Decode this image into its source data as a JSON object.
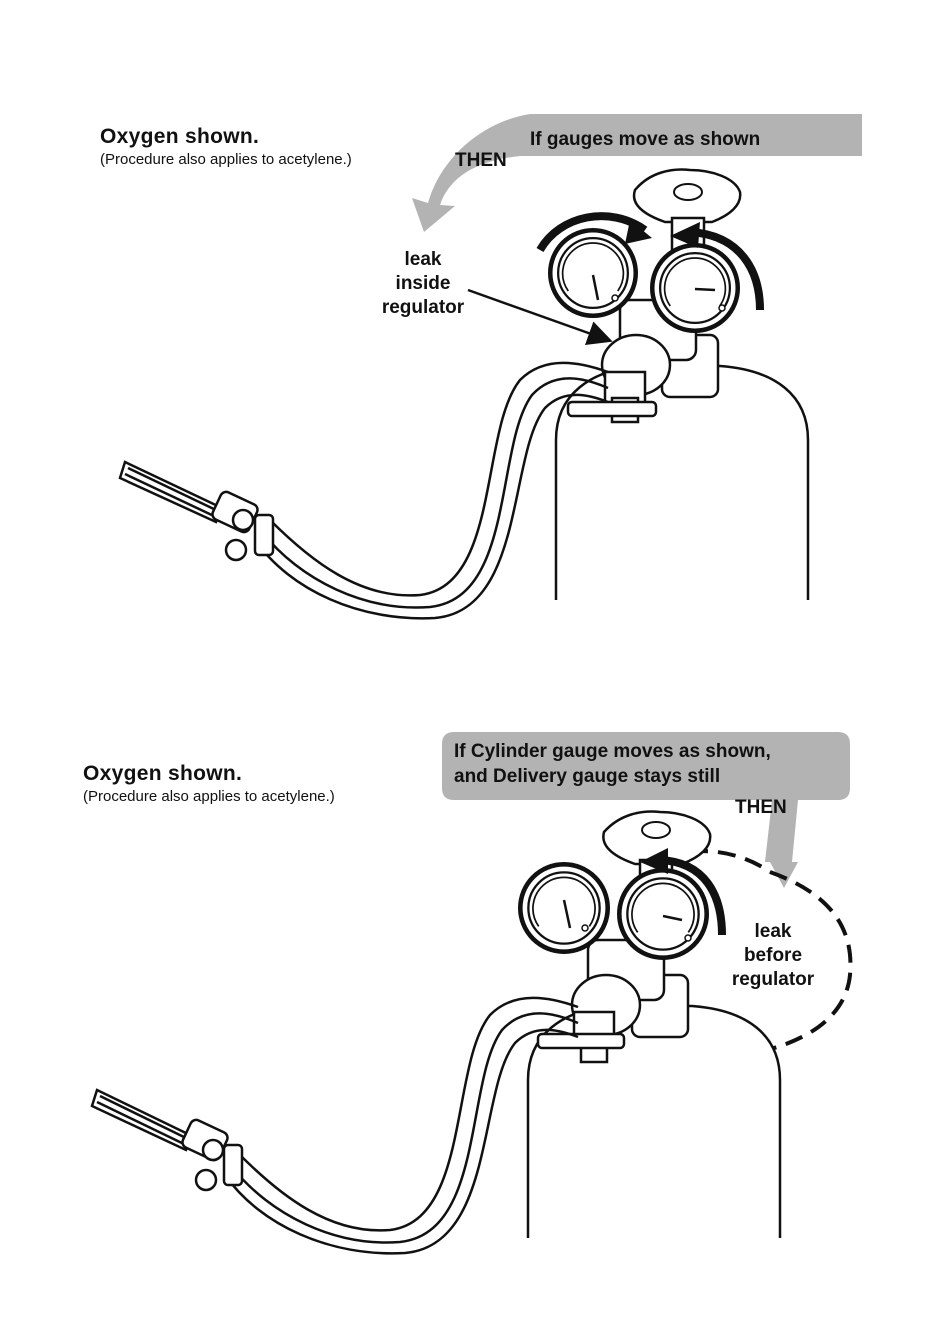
{
  "top_panel": {
    "title": "Oxygen shown.",
    "subtitle": "(Procedure also applies to acetylene.)",
    "banner": "If gauges move as shown",
    "then": "THEN",
    "callout_lines": [
      "leak",
      "inside",
      "regulator"
    ]
  },
  "bottom_panel": {
    "title": "Oxygen shown.",
    "subtitle": "(Procedure also applies to acetylene.)",
    "banner_lines": [
      "If Cylinder gauge moves as shown,",
      "and Delivery gauge stays still"
    ],
    "then": "THEN",
    "callout_lines": [
      "leak",
      "before",
      "regulator"
    ]
  },
  "colors": {
    "ink": "#111111",
    "banner_gray": "#b3b3b3",
    "paper": "#ffffff"
  }
}
